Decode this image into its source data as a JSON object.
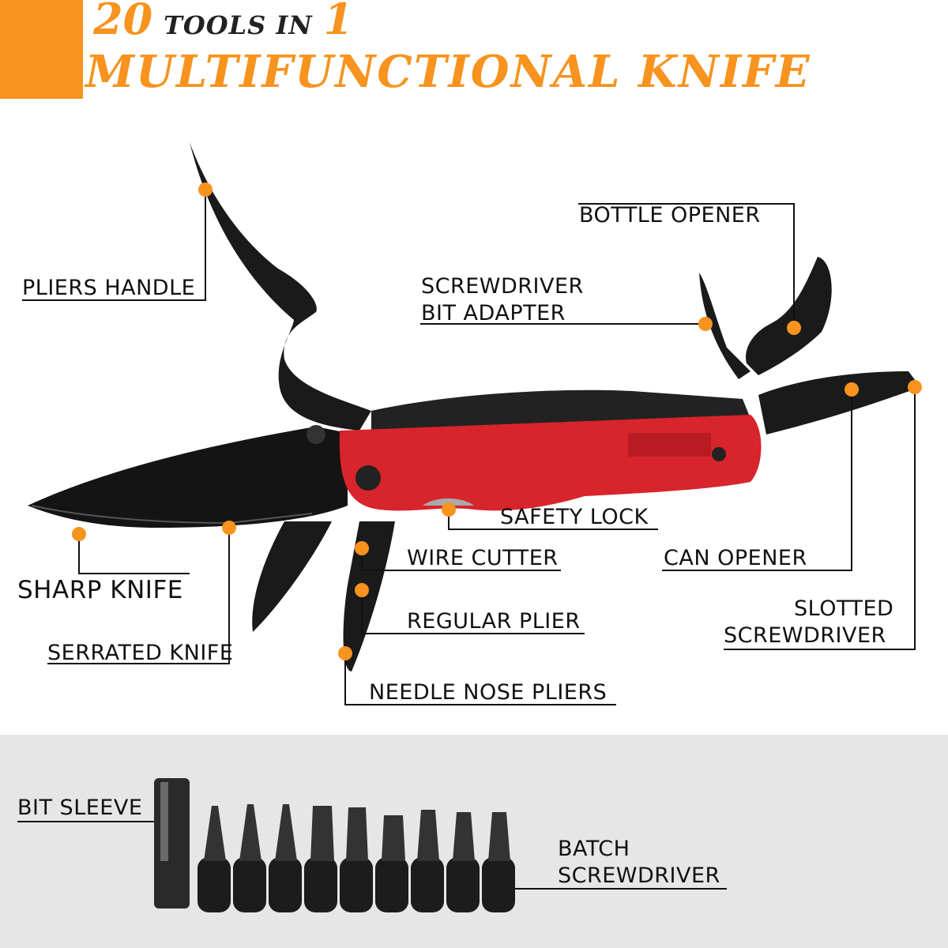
{
  "title": {
    "count": "20",
    "mid": "TOOLS IN",
    "one": "1",
    "line2": "MULTIFUNCTIONAL KNIFE"
  },
  "labels": {
    "pliers_handle": "PLIERS HANDLE",
    "bottle_opener": "BOTTLE OPENER",
    "screwdriver_bit_adapter_1": "SCREWDRIVER",
    "screwdriver_bit_adapter_2": "BIT ADAPTER",
    "safety_lock": "SAFETY LOCK",
    "wire_cutter": "WIRE CUTTER",
    "can_opener": "CAN OPENER",
    "sharp_knife": "SHARP KNIFE",
    "regular_plier": "REGULAR PLIER",
    "slotted_1": "SLOTTED",
    "slotted_2": "SCREWDRIVER",
    "serrated_knife": "SERRATED KNIFE",
    "needle_nose_pliers": "NEEDLE NOSE PLIERS",
    "bit_sleeve": "BIT SLEEVE",
    "batch_1": "BATCH",
    "batch_2": "SCREWDRIVER"
  },
  "colors": {
    "accent": "#f7931e",
    "handle": "#d8242b",
    "blade": "#1a1a1a",
    "band": "#e6e6e6"
  }
}
